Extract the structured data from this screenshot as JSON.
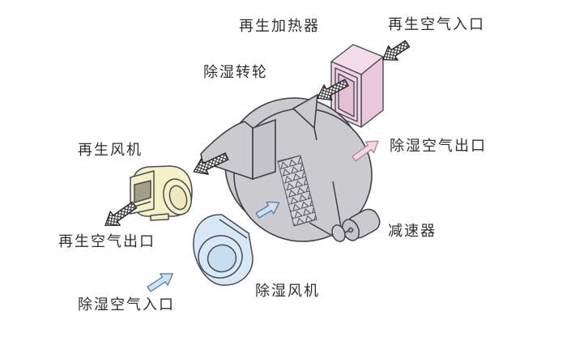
{
  "diagram": {
    "labels": {
      "regen_heater": "再生加热器",
      "regen_air_inlet": "再生空气入口",
      "desiccant_rotor": "除湿转轮",
      "regen_fan": "再生风机",
      "dehumid_air_outlet": "除湿空气出口",
      "gear_reducer": "减速器",
      "regen_air_outlet": "再生空气出口",
      "dehumid_air_inlet": "除湿空气入口",
      "dehumid_fan": "除湿风机"
    },
    "colors": {
      "background": "#ffffff",
      "heater_pink_top": "#f2dcea",
      "heater_pink_front": "#eed3e3",
      "heater_pink_side": "#e9c8dc",
      "fan_yellow": "#f4f0c8",
      "fan_yellow_hole": "#eee8bf",
      "fan_blue": "#d8e7f6",
      "fan_blue_hole": "#c9ddf0",
      "metal_gray": "#cbcbcf",
      "metal_gray_dark": "#c3c3c9",
      "outline_dark": "#3f3f46",
      "arrow_blue_fill": "#cfe2f5",
      "arrow_pink_fill": "#f3d9e2",
      "label_color": "#2e2e32"
    },
    "arrows": [
      {
        "name": "regen-air-inlet-arrow",
        "style": "hatched",
        "direction": "down-left"
      },
      {
        "name": "heater-to-rotor-arrow",
        "style": "hatched",
        "direction": "down-left"
      },
      {
        "name": "rotor-to-regen-fan-arrow",
        "style": "hatched",
        "direction": "down-left"
      },
      {
        "name": "regen-air-outlet-arrow",
        "style": "hatched",
        "direction": "down-left"
      },
      {
        "name": "dehumid-air-inlet-arrow",
        "style": "blue-outline",
        "direction": "up-right"
      },
      {
        "name": "fan-to-rotor-arrow",
        "style": "blue-outline",
        "direction": "up-right"
      },
      {
        "name": "dehumid-air-outlet-arrow",
        "style": "pink-outline",
        "direction": "up-right"
      }
    ]
  }
}
